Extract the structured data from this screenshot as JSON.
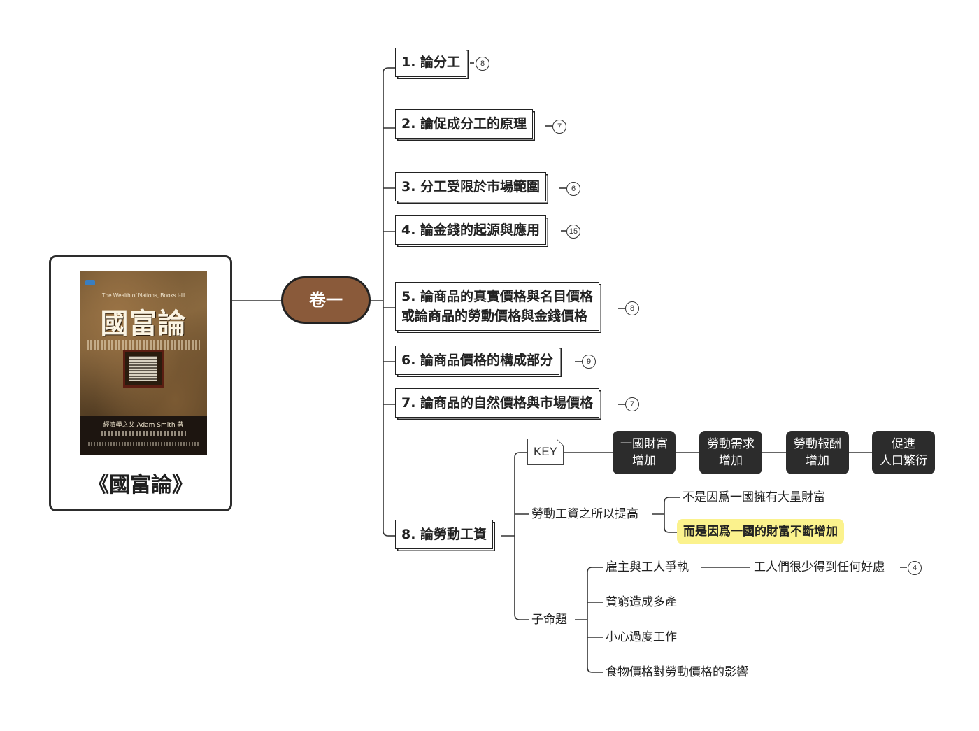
{
  "root": {
    "label": "《國富論》",
    "cover": {
      "title": "國富論",
      "subtitle_en": "The Wealth of Nations, Books Ⅰ-Ⅲ",
      "author": "經濟學之父 Adam Smith 著"
    }
  },
  "volume": {
    "label": "卷一",
    "color": "#8a5a3a"
  },
  "chapters": [
    {
      "label": "1. 論分工",
      "count": "8"
    },
    {
      "label": "2. 論促成分工的原理",
      "count": "7"
    },
    {
      "label": "3. 分工受限於市場範圍",
      "count": "6"
    },
    {
      "label": "4. 論金錢的起源與應用",
      "count": "15"
    },
    {
      "label": "5. 論商品的真實價格與名目價格",
      "label2": "或論商品的勞動價格與金錢價格",
      "count": "8"
    },
    {
      "label": "6. 論商品價格的構成部分",
      "count": "9"
    },
    {
      "label": "7. 論商品的自然價格與市場價格",
      "count": "7"
    },
    {
      "label": "8. 論勞動工資"
    }
  ],
  "chapter8": {
    "key": {
      "label": "KEY",
      "chain": [
        {
          "l1": "一國財富",
          "l2": "增加"
        },
        {
          "l1": "勞動需求",
          "l2": "增加"
        },
        {
          "l1": "勞動報酬",
          "l2": "增加"
        },
        {
          "l1": "促進",
          "l2": "人口繁衍"
        }
      ]
    },
    "wage": {
      "label": "勞動工資之所以提高",
      "not": "不是因爲一國擁有大量財富",
      "but": "而是因爲一國的財富不斷增加",
      "highlight_color": "#fbf28d"
    },
    "sub": {
      "label": "子命題",
      "items": [
        "雇主與工人爭執",
        "貧窮造成多產",
        "小心過度工作",
        "食物價格對勞動價格的影響"
      ],
      "dispute_detail": "工人們很少得到任何好處",
      "dispute_count": "4"
    }
  }
}
